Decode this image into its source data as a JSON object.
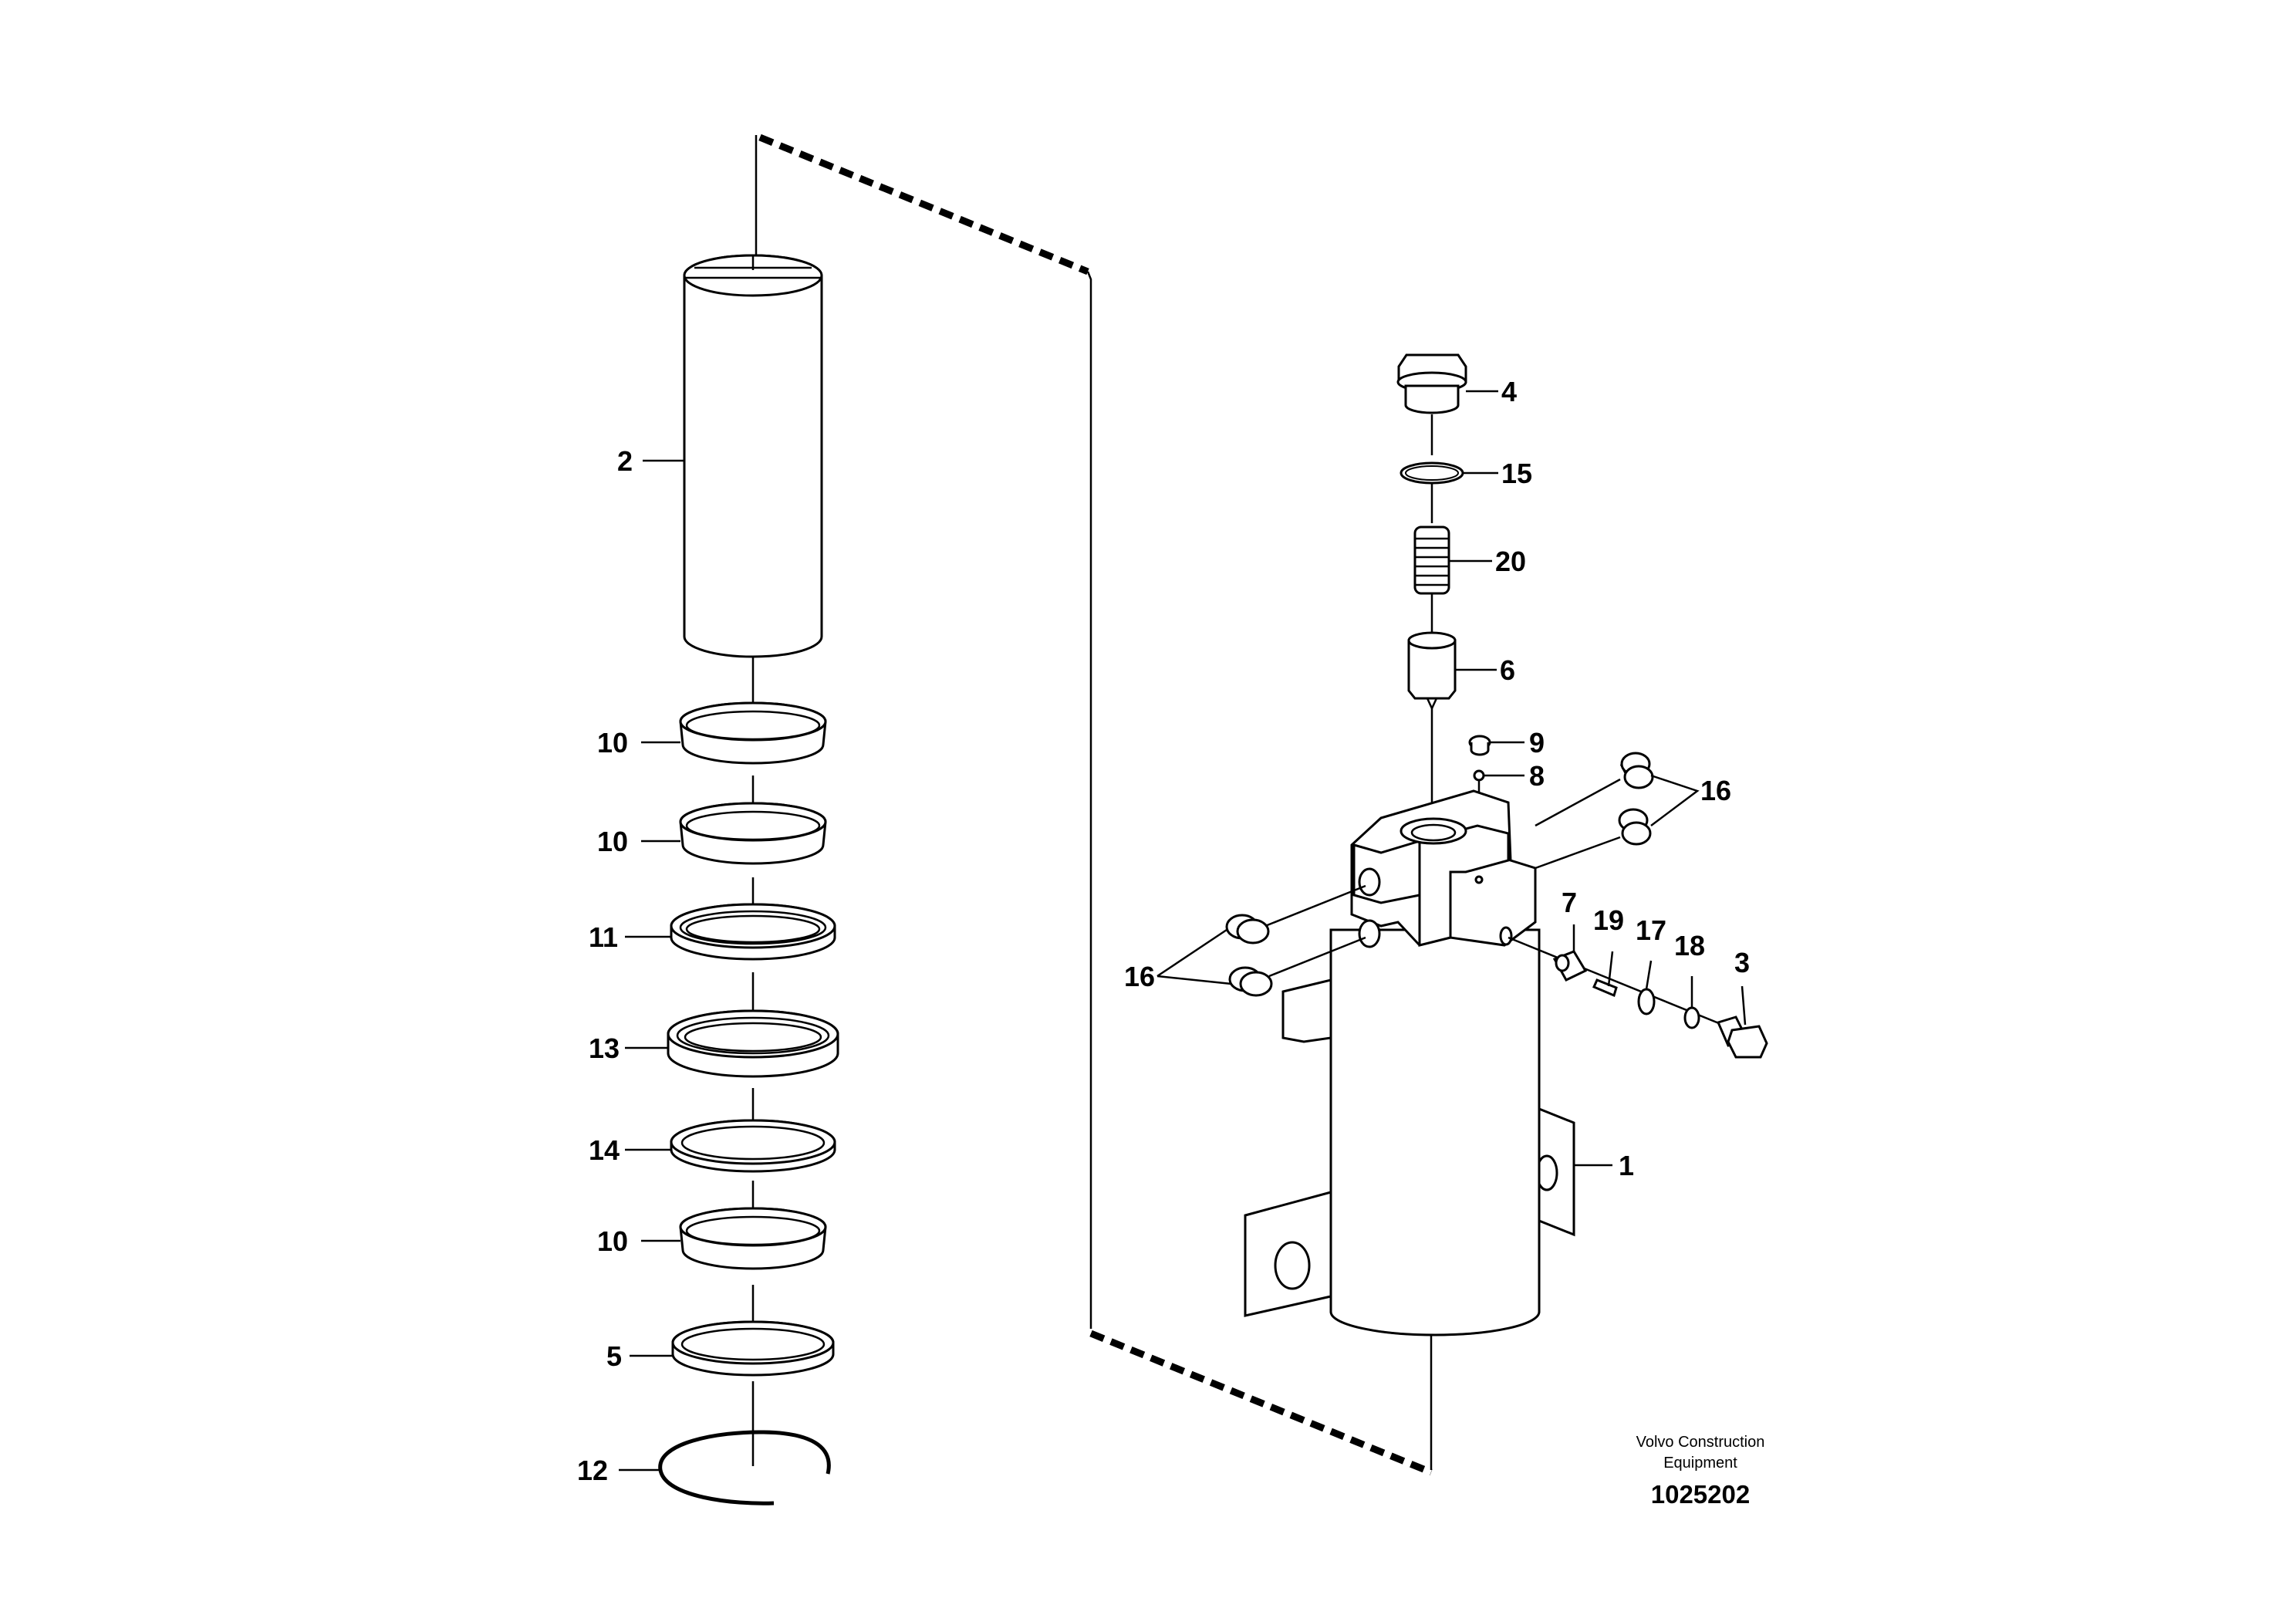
{
  "callouts": {
    "c1": "1",
    "c2": "2",
    "c3": "3",
    "c4": "4",
    "c5": "5",
    "c6": "6",
    "c7": "7",
    "c8": "8",
    "c9": "9",
    "c10a": "10",
    "c10b": "10",
    "c10c": "10",
    "c11": "11",
    "c12": "12",
    "c13": "13",
    "c14": "14",
    "c15": "15",
    "c16a": "16",
    "c16b": "16",
    "c17": "17",
    "c18": "18",
    "c19": "19",
    "c20": "20"
  },
  "footer": {
    "company_line1": "Volvo Construction",
    "company_line2": "Equipment",
    "drawing_number": "1025202"
  }
}
